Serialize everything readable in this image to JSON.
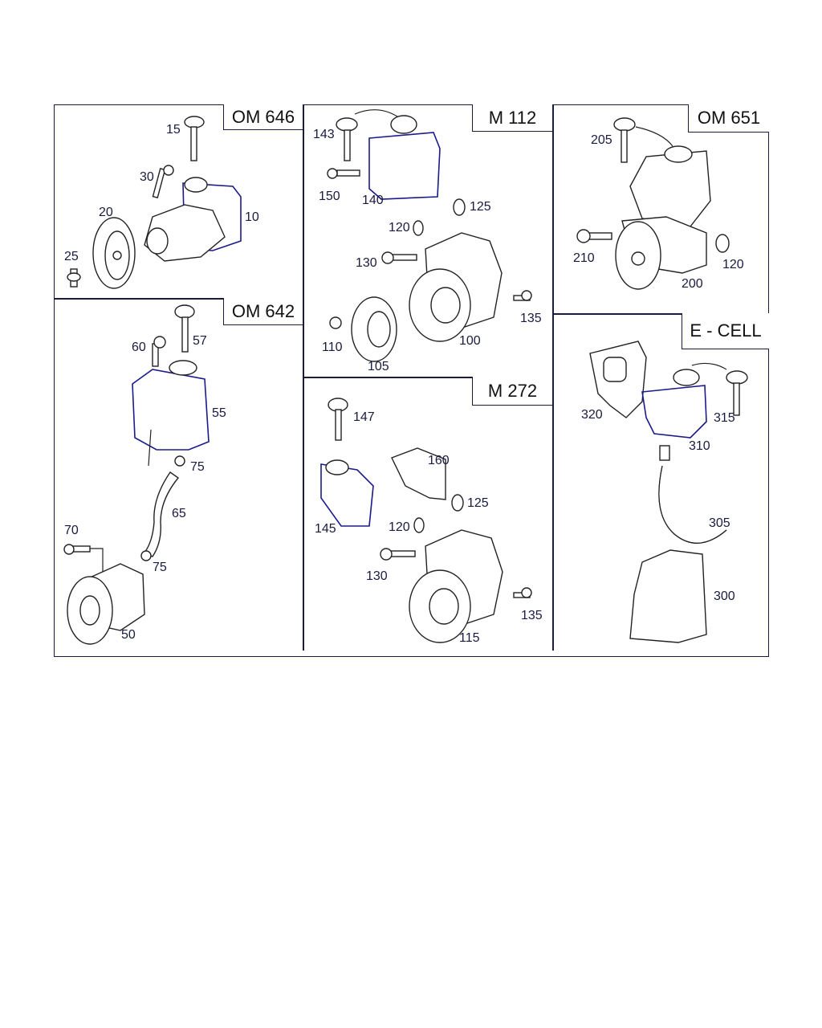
{
  "panels": {
    "om646": {
      "title": "OM 646",
      "parts": [
        "15",
        "30",
        "20",
        "10",
        "25"
      ]
    },
    "m112": {
      "title": "M 112",
      "parts": [
        "143",
        "150",
        "140",
        "125",
        "120",
        "130",
        "135",
        "110",
        "105",
        "100"
      ]
    },
    "om651": {
      "title": "OM 651",
      "parts": [
        "205",
        "210",
        "120",
        "200"
      ]
    },
    "om642": {
      "title": "OM 642",
      "parts": [
        "57",
        "60",
        "55",
        "75",
        "65",
        "70",
        "75",
        "50"
      ]
    },
    "m272": {
      "title": "M 272",
      "parts": [
        "147",
        "160",
        "125",
        "145",
        "120",
        "130",
        "135",
        "115"
      ]
    },
    "ecell": {
      "title": "E - CELL",
      "parts": [
        "320",
        "315",
        "310",
        "305",
        "300"
      ]
    }
  },
  "colors": {
    "line": "#222222",
    "accent_outline": "#1a1a8a",
    "frame": "#1a1a3a"
  }
}
